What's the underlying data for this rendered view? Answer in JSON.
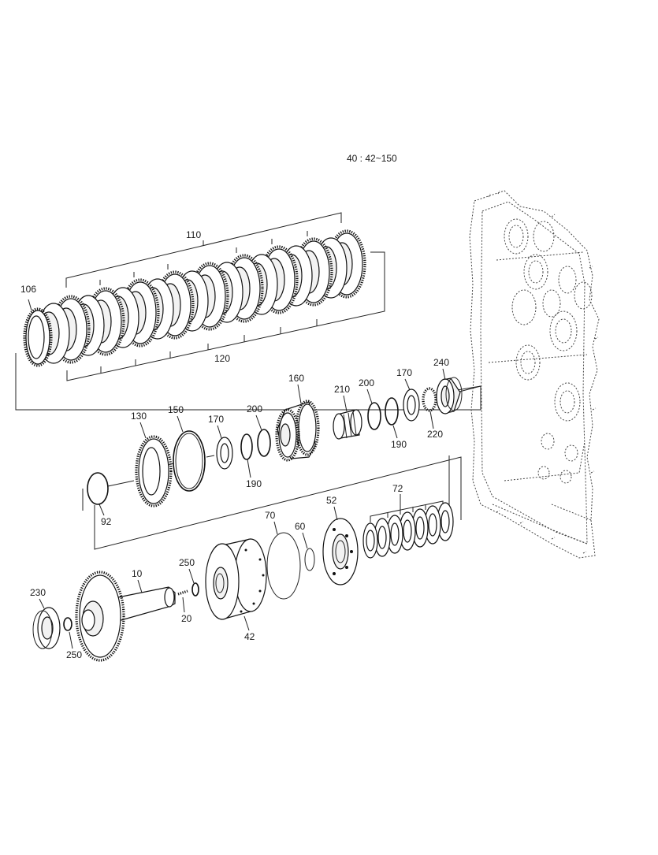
{
  "title": "40 : 42~150",
  "callouts": {
    "c110": "110",
    "c106": "106",
    "c120": "120",
    "c160": "160",
    "c210": "210",
    "c200a": "200",
    "c170a": "170",
    "c240": "240",
    "c190a": "190",
    "c220": "220",
    "c130": "130",
    "c150": "150",
    "c170b": "170",
    "c200b": "200",
    "c190b": "190",
    "c92": "92",
    "c72": "72",
    "c52": "52",
    "c70": "70",
    "c60": "60",
    "c10": "10",
    "c250a": "250",
    "c230": "230",
    "c20": "20",
    "c42": "42",
    "c250b": "250"
  }
}
